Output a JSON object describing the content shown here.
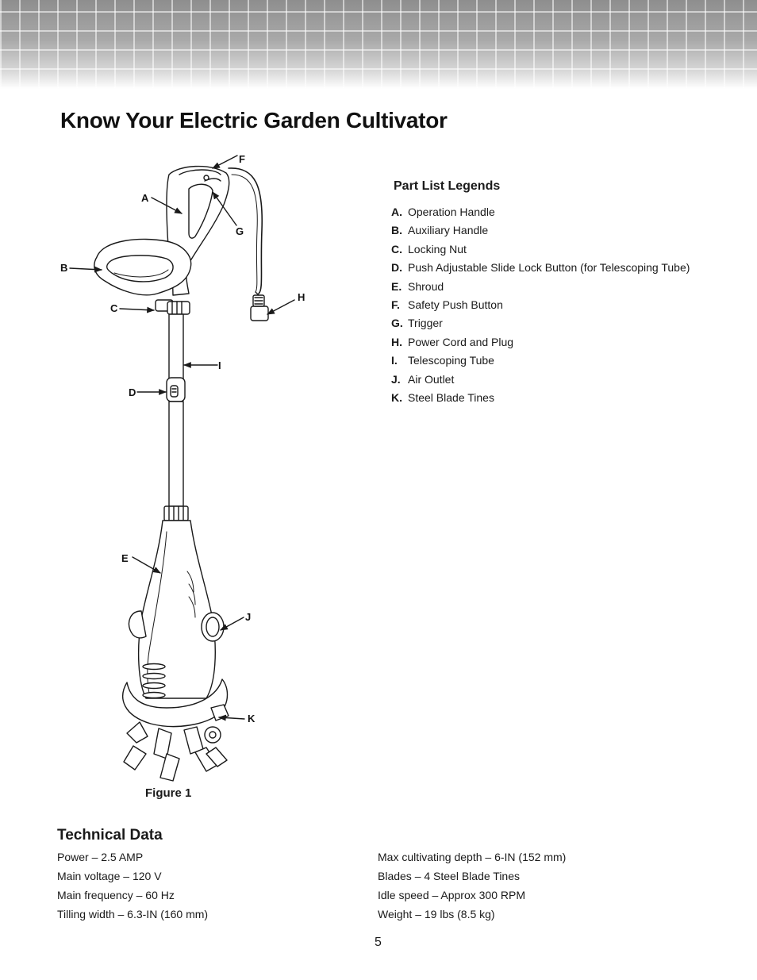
{
  "page": {
    "title": "Know Your Electric Garden Cultivator",
    "page_number": "5"
  },
  "figure": {
    "caption": "Figure 1",
    "labels": {
      "A": "A",
      "B": "B",
      "C": "C",
      "D": "D",
      "E": "E",
      "F": "F",
      "G": "G",
      "H": "H",
      "I": "I",
      "J": "J",
      "K": "K"
    }
  },
  "legend": {
    "heading": "Part List Legends",
    "items": [
      {
        "letter": "A.",
        "text": "Operation Handle"
      },
      {
        "letter": "B.",
        "text": "Auxiliary Handle"
      },
      {
        "letter": "C.",
        "text": "Locking Nut"
      },
      {
        "letter": "D.",
        "text": "Push Adjustable Slide Lock Button (for Telescoping Tube)"
      },
      {
        "letter": "E.",
        "text": "Shroud"
      },
      {
        "letter": "F.",
        "text": "Safety Push Button"
      },
      {
        "letter": "G.",
        "text": "Trigger"
      },
      {
        "letter": "H.",
        "text": "Power Cord and Plug"
      },
      {
        "letter": "I.",
        "text": "Telescoping Tube"
      },
      {
        "letter": "J.",
        "text": "Air Outlet"
      },
      {
        "letter": "K.",
        "text": "Steel Blade Tines"
      }
    ]
  },
  "technical_data": {
    "heading": "Technical Data",
    "left": [
      "Power – 2.5 AMP",
      "Main voltage – 120 V",
      "Main frequency – 60 Hz",
      "Tilling width – 6.3-IN (160 mm)"
    ],
    "right": [
      "Max cultivating depth – 6-IN (152 mm)",
      "Blades – 4 Steel Blade Tines",
      "Idle speed – Approx 300 RPM",
      "Weight – 19 lbs (8.5 kg)"
    ]
  }
}
